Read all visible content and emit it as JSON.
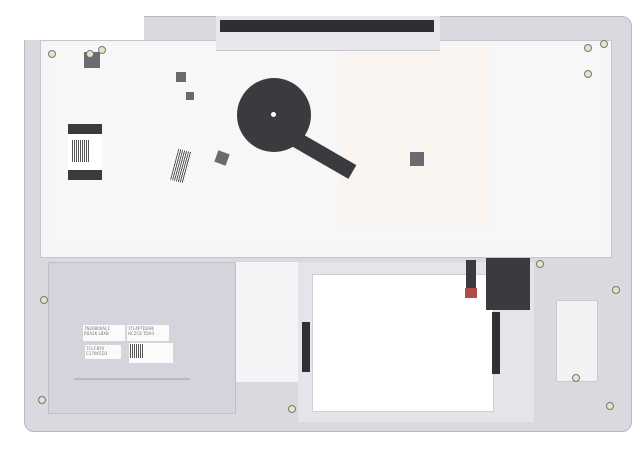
{
  "image": {
    "subject": "Laptop palmrest top case (underside view)",
    "description": "Silver/grey palmrest assembly with keyboard backplate, black fan foam pad, speaker bay, touchpad cutout and product labels",
    "colors": {
      "case": "#d9dae0",
      "backplate": "#f5f5f7",
      "foam": "#3a3b3f",
      "touchpad": "#ffffff",
      "ribbon_tip": "#b24a4a"
    }
  },
  "labels": {
    "label_1": "7N26800AL1",
    "label_1_sub": "R0A2K L8XB",
    "label_2": "1TL4P7D2HK",
    "label_2_sub": "HC2C8 TDH3",
    "label_3": "7CLF.BY0",
    "label_3_sub": "C170K5D3",
    "label_4": "QR"
  }
}
